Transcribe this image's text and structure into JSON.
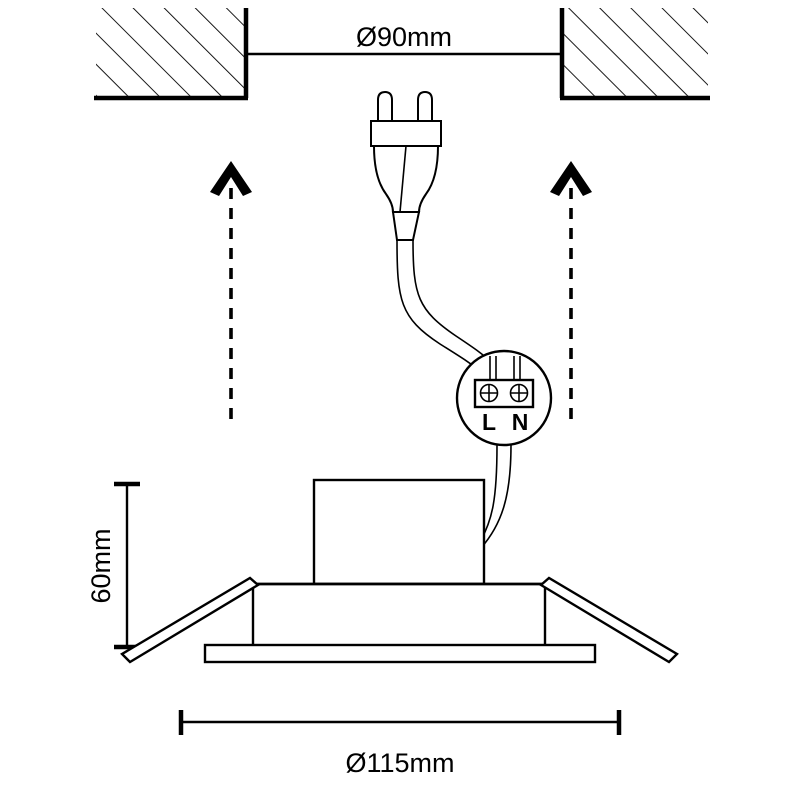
{
  "drawing": {
    "title": "Recessed downlight installation drawing",
    "background_color": "#ffffff",
    "line_color": "#000000",
    "dimensions": {
      "cutout": {
        "label": "Ø90mm",
        "value": 90,
        "unit": "mm",
        "symbol": "Ø",
        "orientation": "horizontal",
        "position": "top"
      },
      "height": {
        "label": "60mm",
        "value": 60,
        "unit": "mm",
        "symbol": "",
        "orientation": "vertical",
        "position": "left"
      },
      "outer": {
        "label": "Ø115mm",
        "value": 115,
        "unit": "mm",
        "symbol": "Ø",
        "orientation": "horizontal",
        "position": "bottom"
      }
    },
    "terminal_block": {
      "live_label": "L",
      "neutral_label": "N",
      "screw_count": 2,
      "screw_icon": "phillips-screw-icon"
    },
    "ceiling": {
      "hatch_pattern": "diagonal-45",
      "left_block": "ceiling-section-left",
      "right_block": "ceiling-section-right"
    },
    "arrows": {
      "count": 2,
      "direction": "up",
      "style": "dashed",
      "meaning": "push-up-to-install"
    },
    "components": [
      "mains-plug",
      "power-cable",
      "terminal-block",
      "driver-housing",
      "lamp-body",
      "spring-clip-left",
      "spring-clip-right",
      "bezel-flange"
    ]
  }
}
